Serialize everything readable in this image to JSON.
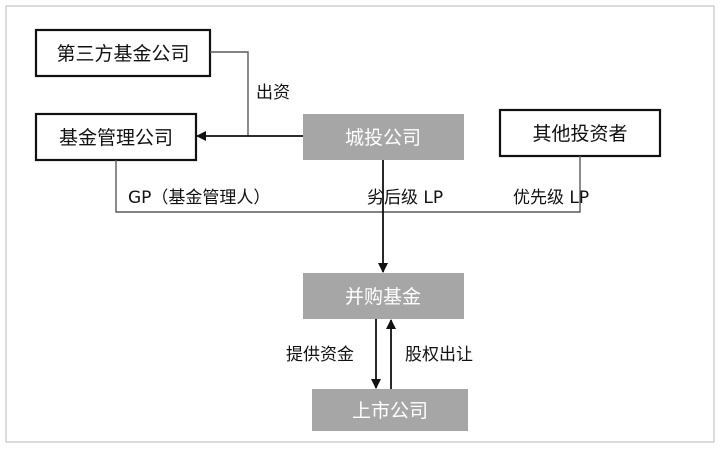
{
  "boxes": {
    "third_party_fund": "第三方基金公司",
    "fund_manager": "基金管理公司",
    "chengtou": "城投公司",
    "other_investors": "其他投资者",
    "ma_fund": "并购基金",
    "listed_company": "上市公司"
  },
  "labels": {
    "capital": "出资",
    "gp": "GP（基金管理人）",
    "subordinated_lp": "劣后级 LP",
    "priority_lp": "优先级 LP",
    "provide_funds": "提供资金",
    "equity_transfer": "股权出让"
  },
  "colors": {
    "gray_box": "#a6a6a6",
    "line": "#5a5a5a",
    "border": "#111111",
    "frame": "#b8b8b8"
  }
}
